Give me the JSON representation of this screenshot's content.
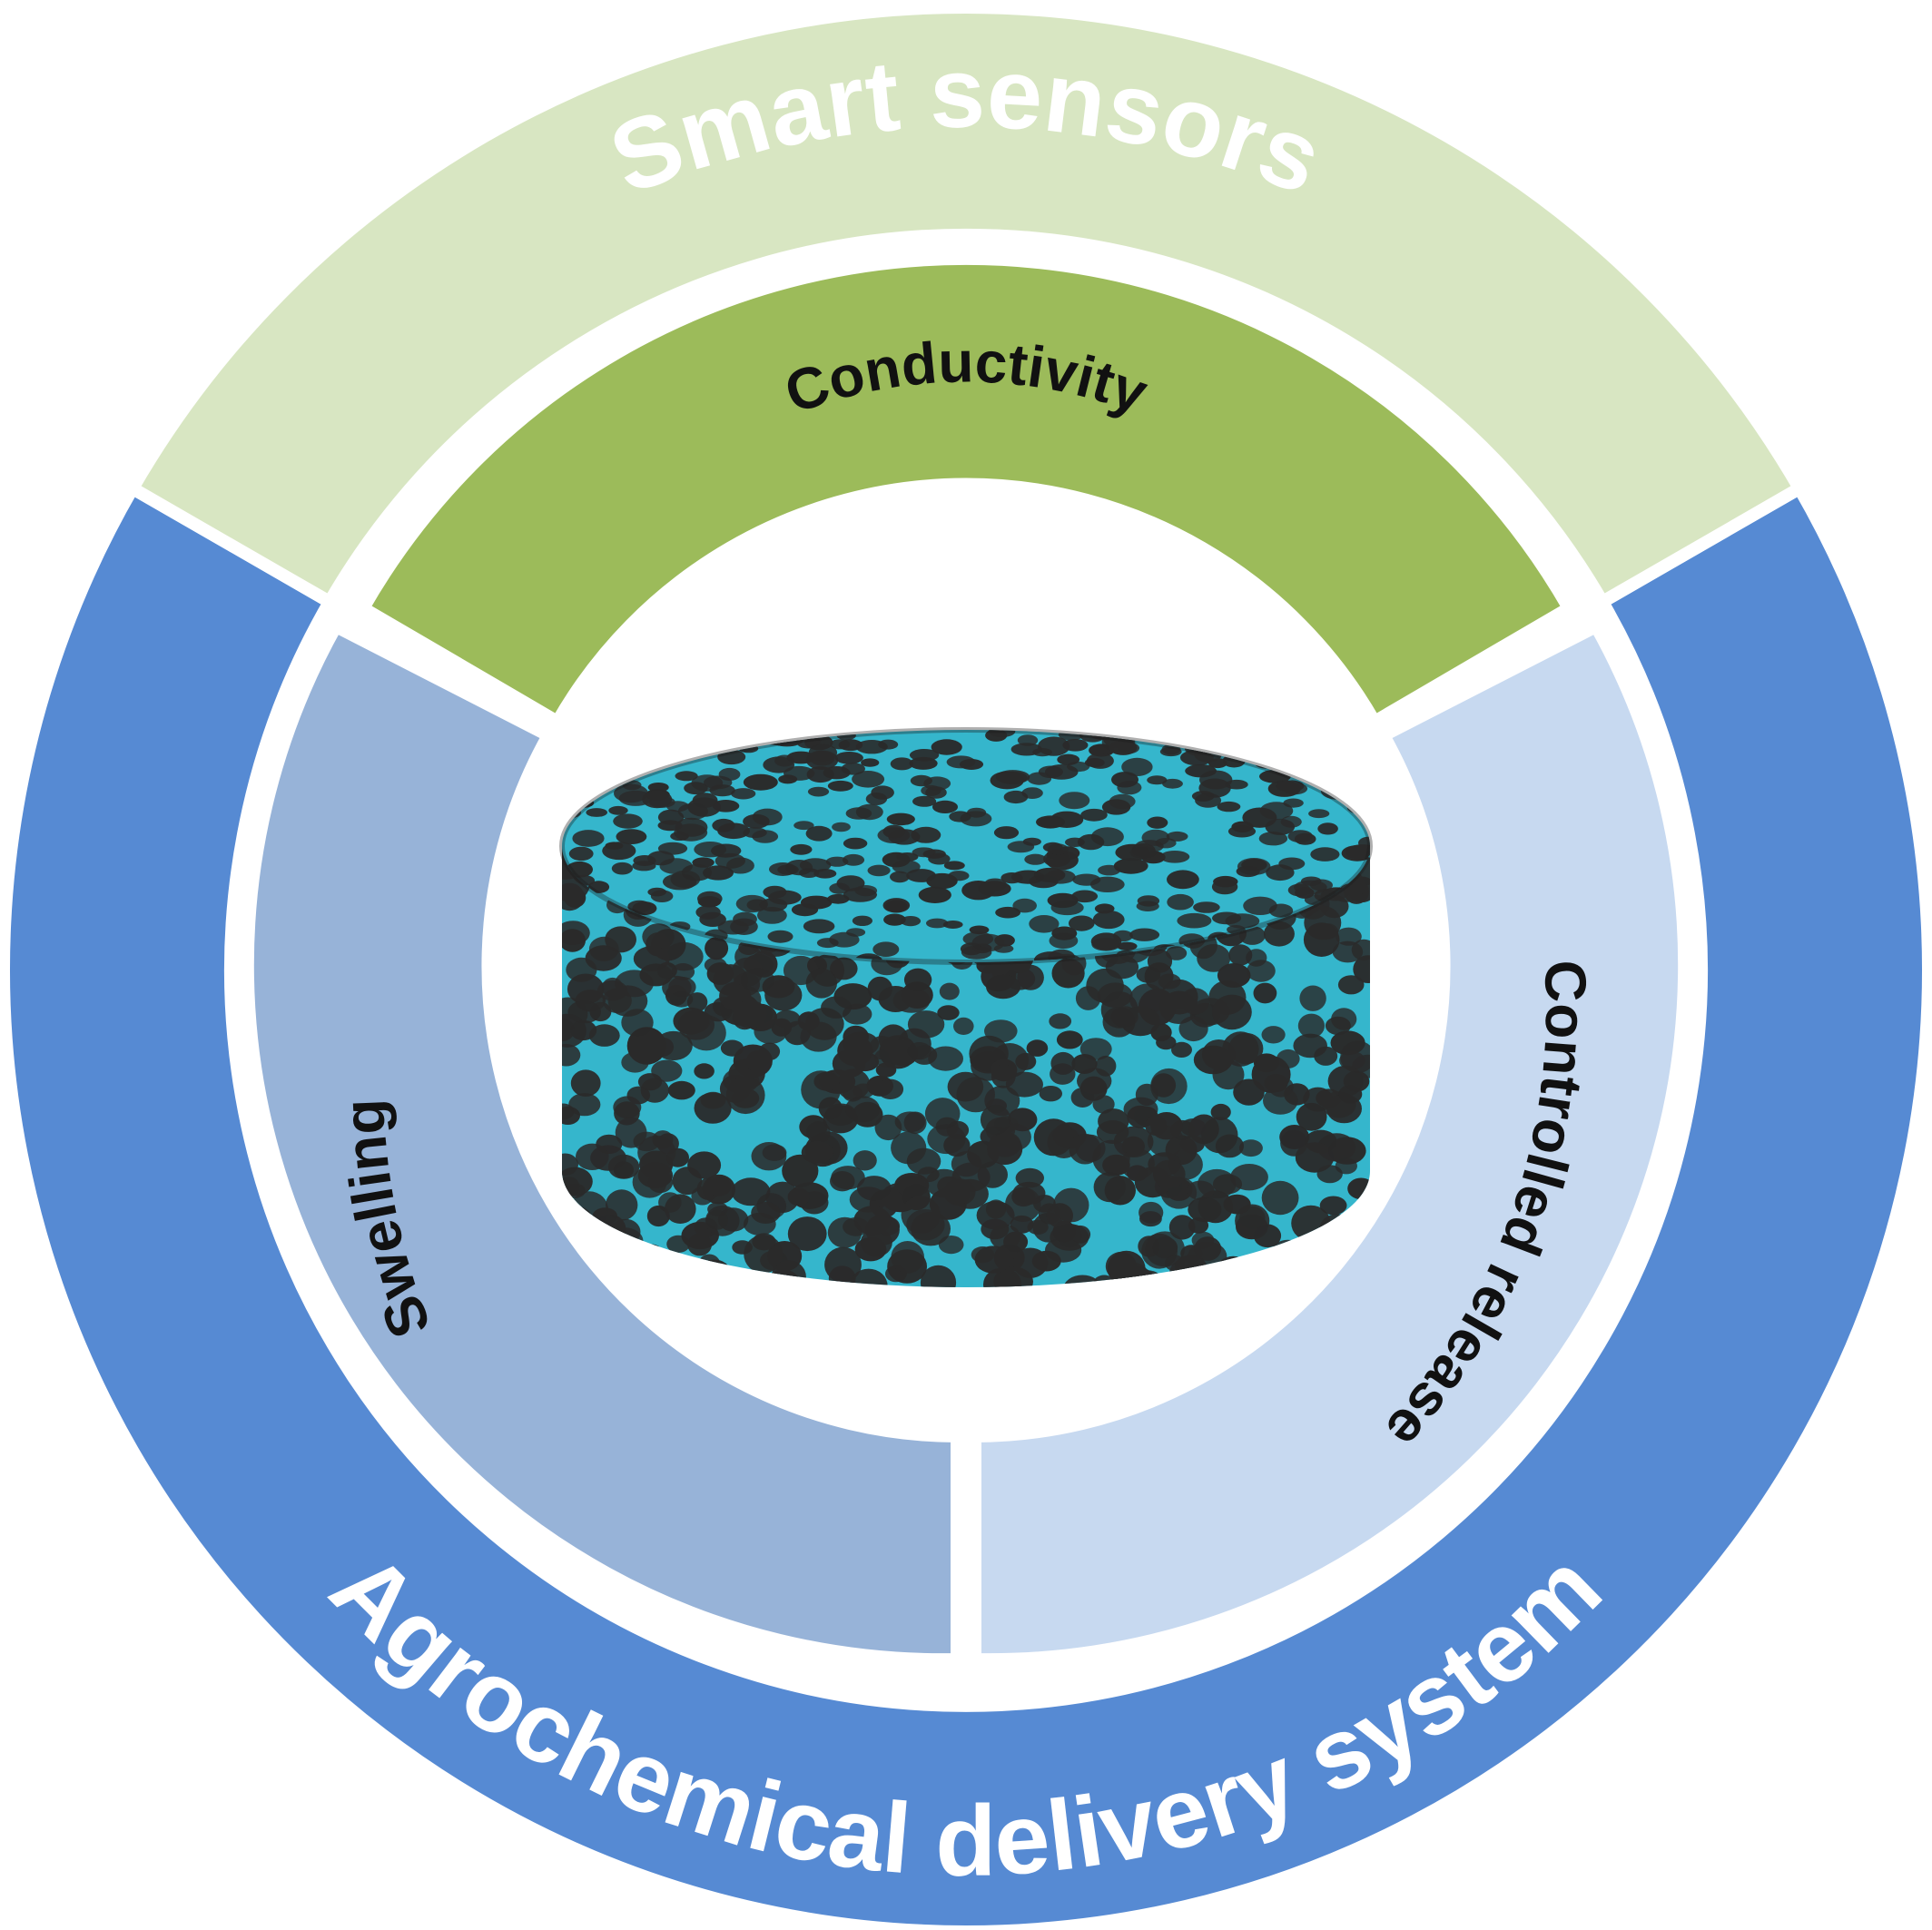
{
  "diagram": {
    "outer_ring": {
      "top_label": "Smart sensors",
      "bottom_label": "Agrochemical delivery system",
      "top_color": "#d8e6c2",
      "bottom_color": "#568ad3",
      "top_text_color": "#ffffff",
      "bottom_text_color": "#ffffff"
    },
    "inner_ring": {
      "top_label": "Conductivity",
      "left_label": "Swelling",
      "right_label": "Controlled release",
      "top_color": "#9cbb5a",
      "left_color": "#97b3d8",
      "right_color": "#c7d9f0",
      "text_color": "#111111"
    },
    "center_image": {
      "matrix_color": "#35b6cc",
      "pore_color": "#2a2a2a"
    }
  }
}
